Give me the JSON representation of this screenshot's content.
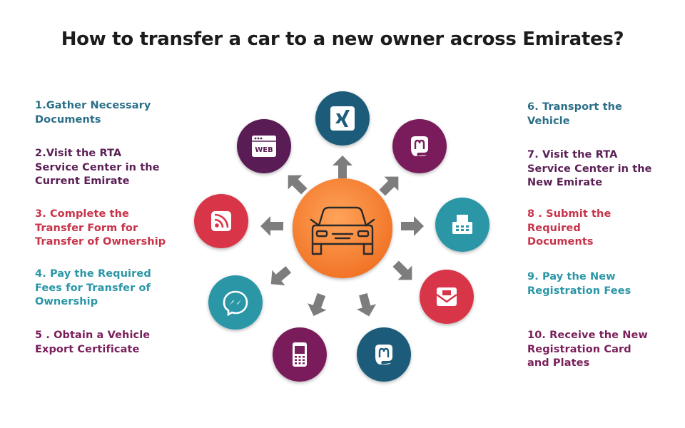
{
  "title": "How to transfer a car to a new owner across Emirates?",
  "steps_left": [
    {
      "text": "1.Gather Necessary\nDocuments",
      "color": "#2b6f87"
    },
    {
      "text": "2.Visit the RTA\nService Center in the\nCurrent Emirate",
      "color": "#5a1f55"
    },
    {
      "text": "3. Complete the\nTransfer Form for\nTransfer of Ownership",
      "color": "#c8334a"
    },
    {
      "text": "4. Pay the Required\nFees for Transfer of\nOwnership",
      "color": "#2a96a6"
    },
    {
      "text": "5 . Obtain a Vehicle\nExport Certificate",
      "color": "#7a1f5b"
    }
  ],
  "steps_right": [
    {
      "text": "6. Transport  the\nVehicle",
      "color": "#2b6f87"
    },
    {
      "text": "7. Visit the RTA\nService Center in the\nNew Emirate",
      "color": "#5a1f55"
    },
    {
      "text": "8 . Submit the\nRequired\nDocuments",
      "color": "#c8334a"
    },
    {
      "text": "9. Pay the New\nRegistration  Fees",
      "color": "#2a96a6"
    },
    {
      "text": "10. Receive the New\nRegistration  Card\nand Plates",
      "color": "#7a1f5b"
    }
  ],
  "hub": {
    "icon": "car-icon",
    "color": "#f57e2e"
  },
  "nodes": [
    {
      "icon": "xing-icon",
      "color": "#1e5c7a"
    },
    {
      "icon": "mastodon-icon",
      "color": "#7a1f5b"
    },
    {
      "icon": "fax-icon",
      "color": "#2a96a6"
    },
    {
      "icon": "mail-icon",
      "color": "#d93448"
    },
    {
      "icon": "mastodon-icon",
      "color": "#1e5c7a"
    },
    {
      "icon": "mobile-phone-icon",
      "color": "#7a1f5b"
    },
    {
      "icon": "messenger-icon",
      "color": "#2a96a6"
    },
    {
      "icon": "rss-icon",
      "color": "#d93448"
    },
    {
      "icon": "web-icon",
      "color": "#5a1f55"
    }
  ],
  "web_icon_label": "WEB"
}
